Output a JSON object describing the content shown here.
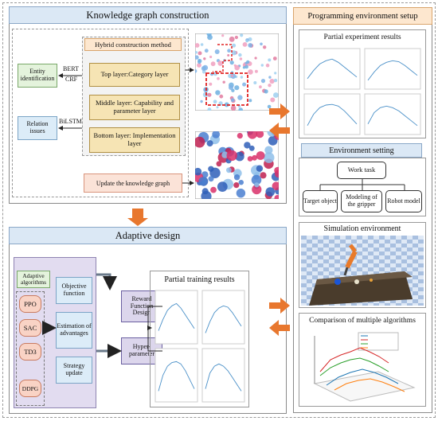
{
  "kg": {
    "header": "Knowledge graph construction",
    "hybrid_title": "Hybrid construction method",
    "top_layer": "Top layer:Category layer",
    "middle_layer": "Middle layer: Capability and parameter layer",
    "bottom_layer": "Bottom layer: Implementation layer",
    "entity": "Entity identification",
    "relation": "Relation issues",
    "bert": "BERT",
    "crf": "CRF",
    "bilstm": "BiLSTM",
    "update": "Update the knowledge graph"
  },
  "env": {
    "header": "Programming environment setup",
    "partial_exp": "Partial experiment results",
    "env_setting": "Environment setting",
    "work_task": "Work task",
    "target_object": "Target object",
    "gripper": "Modeling of the gripper",
    "robot_model": "Robot model",
    "simulation": "Simulation environment",
    "comparison": "Comparison of multiple algorithms"
  },
  "ad": {
    "header": "Adaptive design",
    "algorithms_title": "Adaptive algorithms",
    "algorithms": [
      "PPO",
      "SAC",
      "TD3",
      "DDPG"
    ],
    "objective": "Objective function",
    "estimation": "Estimation of advantages",
    "strategy": "Strategy update",
    "reward": "Reward Function Design",
    "hyper": "Hyper-parameter",
    "partial_training": "Partial training results"
  },
  "colors": {
    "arrow": "#e8772e",
    "blue_header": "#dbe8f5",
    "orange_header": "#fde7cf",
    "beige": "#f6e4b4",
    "green": "#e4f3dc",
    "lavender": "#e2dcf0"
  }
}
